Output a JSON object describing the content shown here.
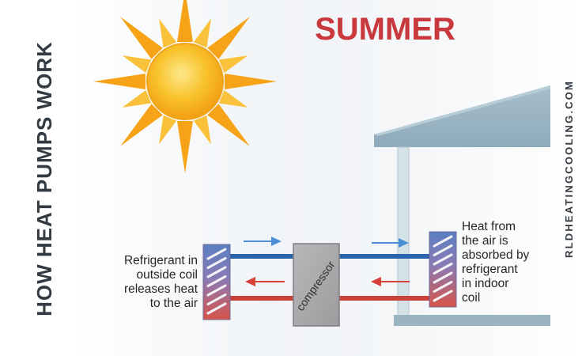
{
  "side_title": "HOW HEAT PUMPS WORK",
  "side_url": "RLDHEATINGCOOLING.COM",
  "heading": "SUMMER",
  "compressor_label": "compressor",
  "left_caption": [
    "Refrigerant in",
    "outside coil",
    "releases heat",
    "to the air"
  ],
  "right_caption": [
    "Heat from",
    "the air is",
    "absorbed by",
    "refrigerant",
    "in indoor",
    "coil"
  ],
  "colors": {
    "heading": "#c8383c",
    "pipe_cool": "#2a64ad",
    "pipe_hot": "#c9413b",
    "arrow_cool": "#4a8fd6",
    "arrow_hot": "#d8413a",
    "house": "#9ab4c1",
    "sun_core": "#f7b41c",
    "sun_rays": "#f6a317",
    "compressor": "#a9a9ab"
  },
  "icons": [
    "sun-icon",
    "house-icon",
    "coil-icon",
    "arrow-right-icon",
    "arrow-left-icon"
  ]
}
